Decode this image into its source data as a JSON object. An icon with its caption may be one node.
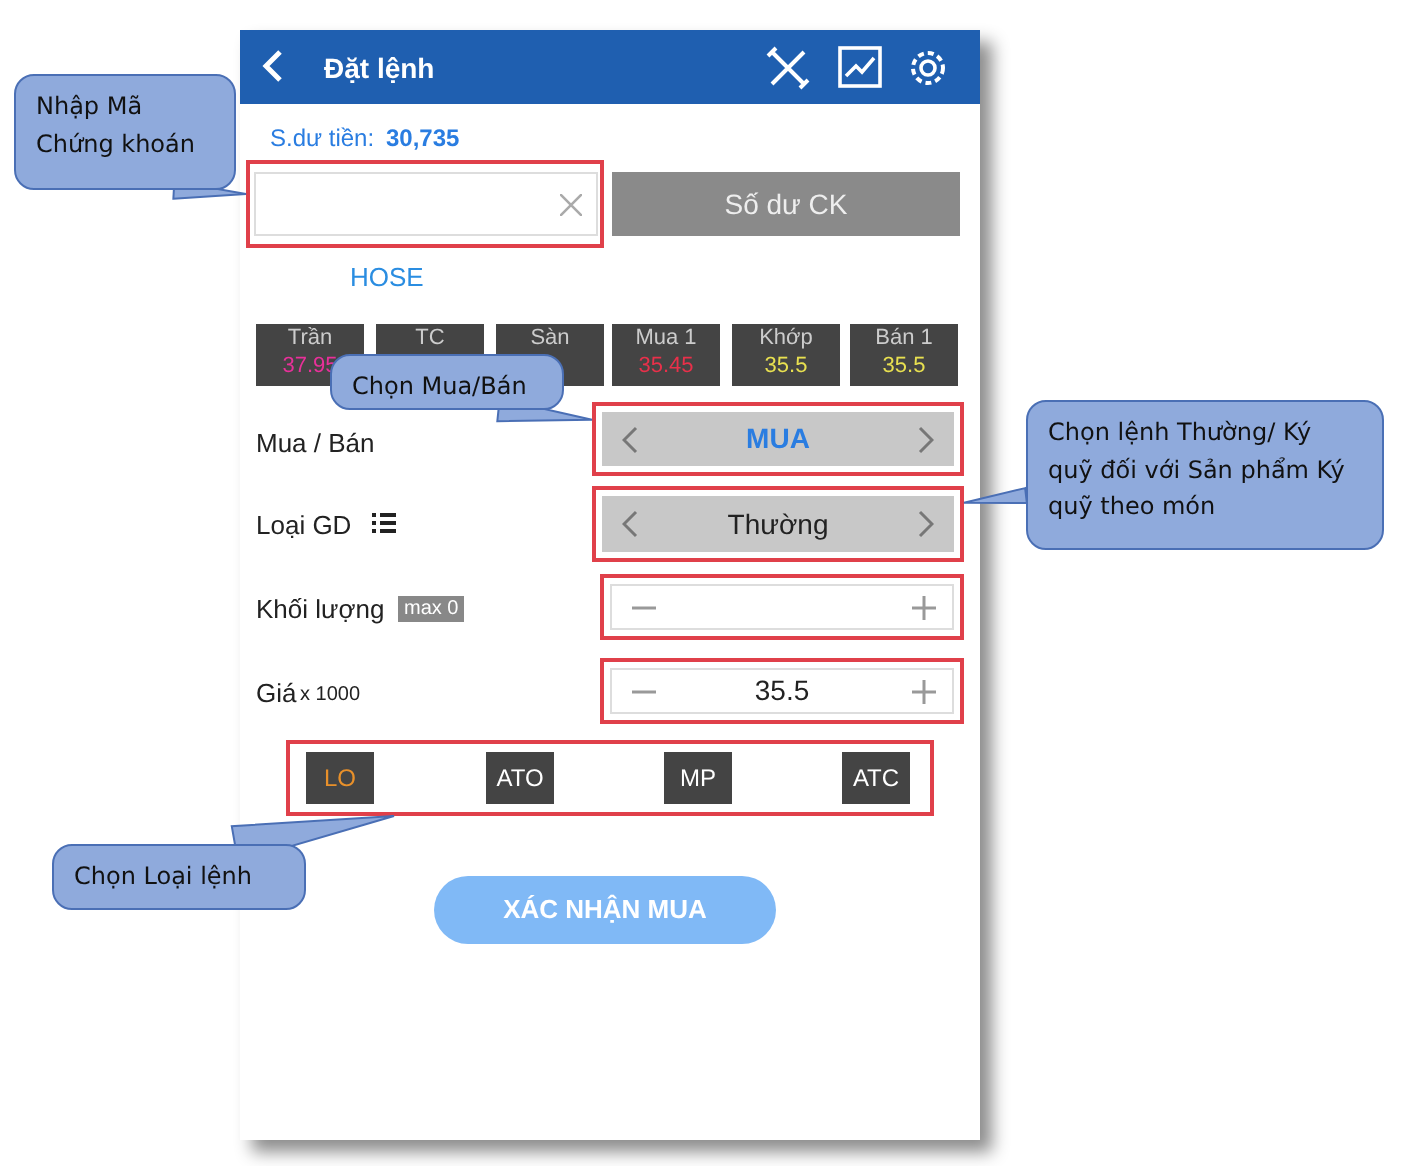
{
  "diagram": {
    "nodes": [
      {
        "text": [
          "Nhập Mã Chứng khoán"
        ]
      },
      {
        "text": [],
        "shape": "box"
      },
      {
        "text": [
          "Chọn Mua/Bán"
        ]
      },
      {
        "text": [
          "MUA"
        ]
      },
      {
        "text": [
          "Chọn lệnh Thường/ Ký quỹ đối với Sản phẩm Ký quỹ theo món"
        ]
      },
      {
        "text": [
          "Thường"
        ]
      },
      {
        "text": [],
        "shape": "box"
      },
      {
        "text": [
          "35.5"
        ]
      },
      {
        "text": [],
        "shape": "box"
      },
      {
        "text": [
          "LO"
        ],
        "in": 8
      },
      {
        "text": [
          "ATO"
        ],
        "in": 8
      },
      {
        "text": [
          "MP"
        ],
        "in": 8
      },
      {
        "text": [
          "ATC"
        ],
        "in": 8
      },
      {
        "text": [
          "Chọn Loại lệnh"
        ]
      }
    ],
    "edges": [
      {
        "from": 0,
        "to": 1,
        "arrow": "none"
      },
      {
        "from": 2,
        "to": 3,
        "arrow": "none"
      },
      {
        "from": 4,
        "to": 5,
        "arrow": "none"
      },
      {
        "from": 13,
        "to": 8,
        "arrow": "none"
      }
    ],
    "labels": [
      "Đặt lệnh",
      "S.dư tiền:",
      "30,735",
      "Số dư CK",
      "HOSE",
      "Trần",
      "37.95",
      "TC",
      "Sàn",
      "Mua 1",
      "35.45",
      "Khớp",
      "35.5",
      "Bán 1",
      "35.5",
      "Mua / Bán",
      "Loại GD",
      "Khối lượng",
      "max 0",
      "Giá",
      "x 1000",
      "XÁC NHẬN MUA"
    ]
  }
}
